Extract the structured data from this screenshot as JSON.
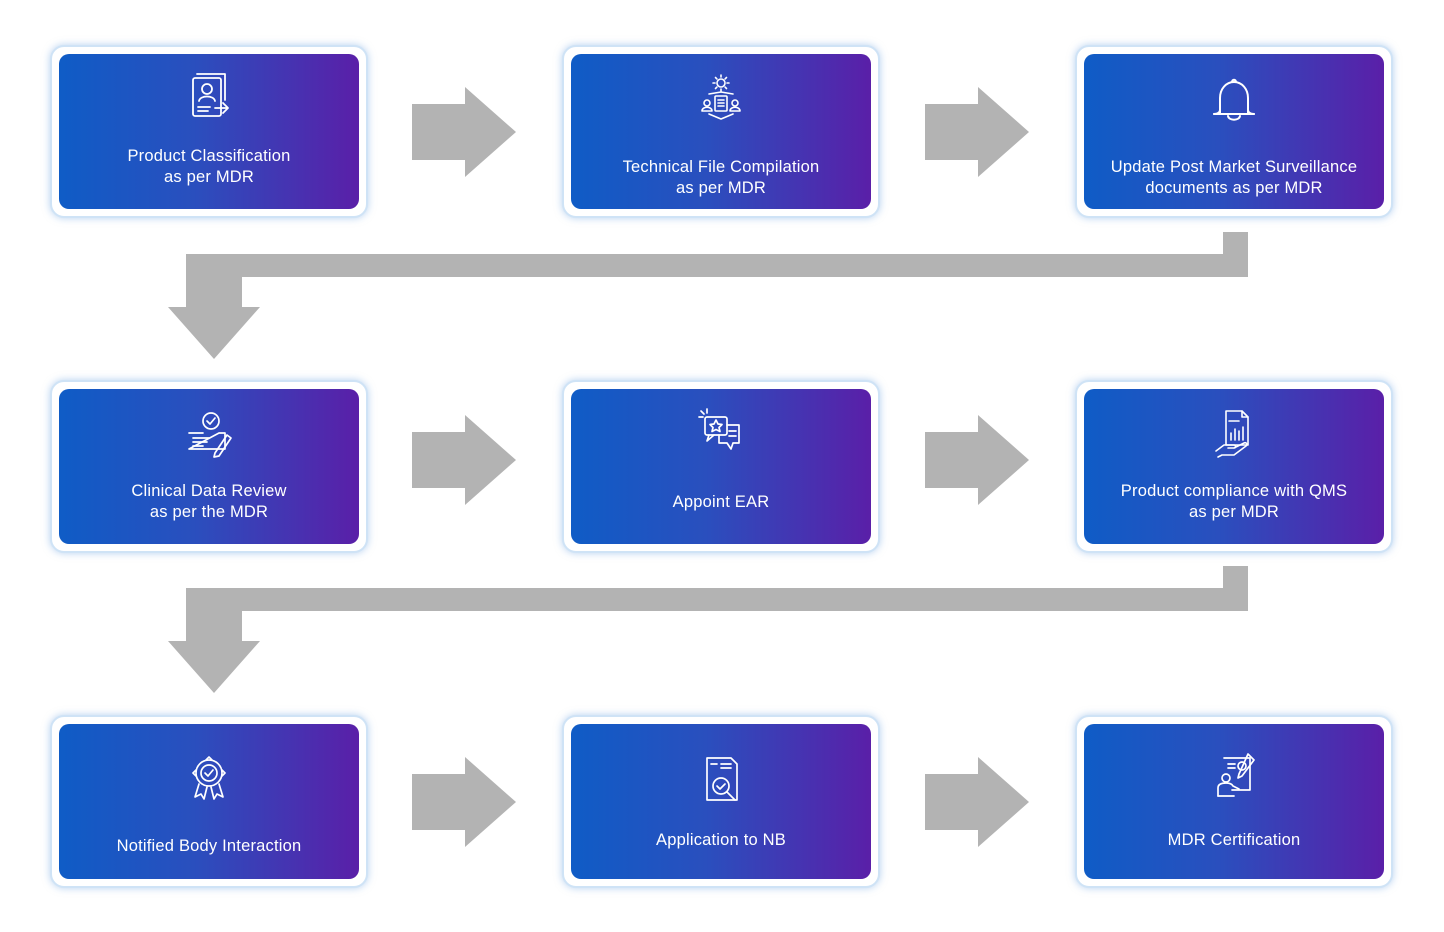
{
  "steps": [
    {
      "line1": "Product Classification",
      "line2": "as per MDR",
      "icon": "document-user-arrow-icon"
    },
    {
      "line1": "Technical File Compilation",
      "line2": "as per MDR",
      "icon": "team-gear-document-icon"
    },
    {
      "line1": "Update Post Market Surveillance",
      "line2": "documents as per MDR",
      "icon": "bell-icon"
    },
    {
      "line1": "Clinical Data Review",
      "line2": "as per the MDR",
      "icon": "clipboard-check-pencil-icon"
    },
    {
      "line1": "Appoint EAR",
      "line2": "",
      "icon": "chat-star-icon"
    },
    {
      "line1": "Product compliance with QMS",
      "line2": "as per MDR",
      "icon": "hand-chart-document-icon"
    },
    {
      "line1": "Notified Body Interaction",
      "line2": "",
      "icon": "award-badge-icon"
    },
    {
      "line1": "Application to NB",
      "line2": "",
      "icon": "document-search-icon"
    },
    {
      "line1": "MDR Certification",
      "line2": "",
      "icon": "certificate-person-icon"
    }
  ],
  "colors": {
    "card_gradient_start": "#0f5cc6",
    "card_gradient_end": "#5a1fa8",
    "arrow": "#b3b3b3",
    "frame_border": "#cfe3f6"
  }
}
